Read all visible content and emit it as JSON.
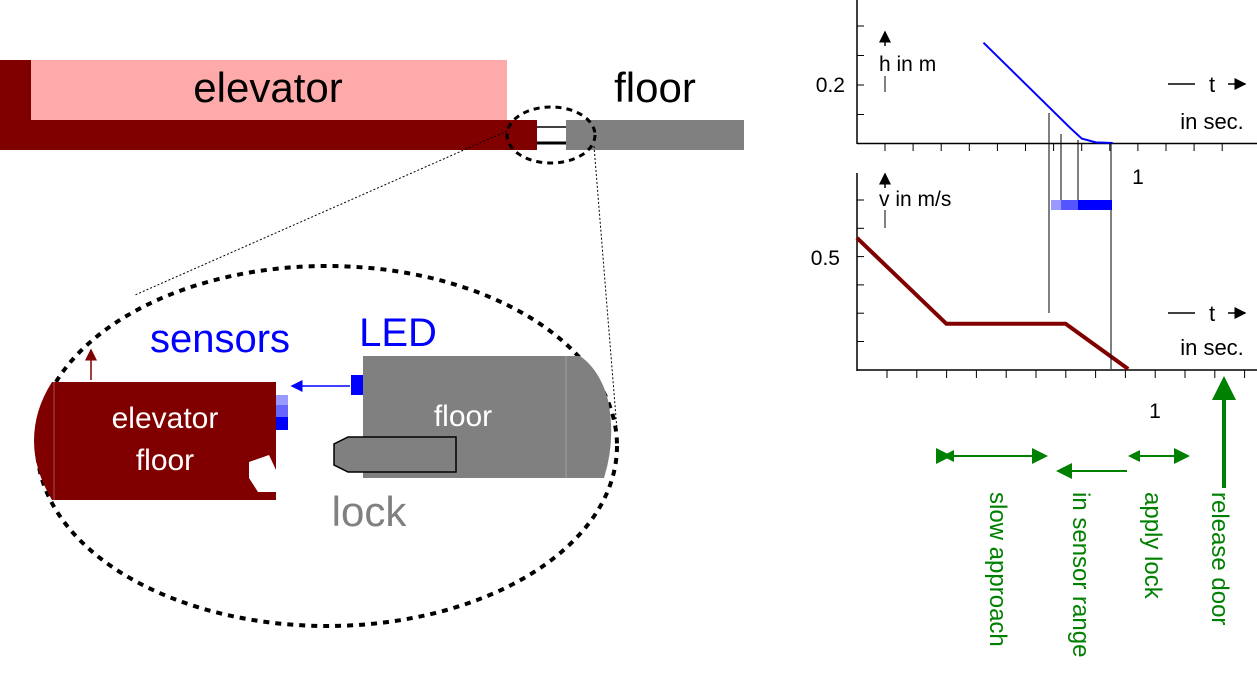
{
  "labels": {
    "elevator": "elevator",
    "floor_top": "floor",
    "sensors": "sensors",
    "led": "LED",
    "elevator_floor_line1": "elevator",
    "elevator_floor_line2": "floor",
    "floor_zoom": "floor",
    "lock": "lock"
  },
  "chart_data": [
    {
      "type": "line",
      "ylabel": "h in m",
      "xlabel_line1": "t",
      "xlabel_line2": "in sec.",
      "ytick_labels": [
        "0.2"
      ],
      "xtick_labels": [
        "1"
      ],
      "series": [
        {
          "color": "#0000ff",
          "points": [
            [
              0.45,
              0.34
            ],
            [
              0.76,
              0.05
            ],
            [
              0.8,
              0.015
            ],
            [
              0.85,
              0.002
            ],
            [
              0.91,
              0.0
            ]
          ]
        }
      ]
    },
    {
      "type": "line",
      "ylabel": "v in m/s",
      "xlabel_line1": "t",
      "xlabel_line2": "in sec.",
      "ytick_labels": [
        "0.5"
      ],
      "xtick_labels": [
        "1"
      ],
      "series": [
        {
          "color": "#800000",
          "points": [
            [
              0.0,
              0.58
            ],
            [
              0.3,
              0.2
            ],
            [
              0.7,
              0.2
            ],
            [
              0.91,
              0.0
            ]
          ]
        }
      ]
    }
  ],
  "phases": {
    "slow_approach": "slow approach",
    "in_sensor_range": "in sensor range",
    "apply_lock": "apply lock",
    "release_door": "release door"
  },
  "colors": {
    "elevator_dark": "#800000",
    "elevator_light": "#ffaaaa",
    "floor_gray": "#808080",
    "sensor_blue": "#0000ff",
    "phase_green": "#008000",
    "h_curve": "#0000ff",
    "v_curve": "#800000"
  }
}
